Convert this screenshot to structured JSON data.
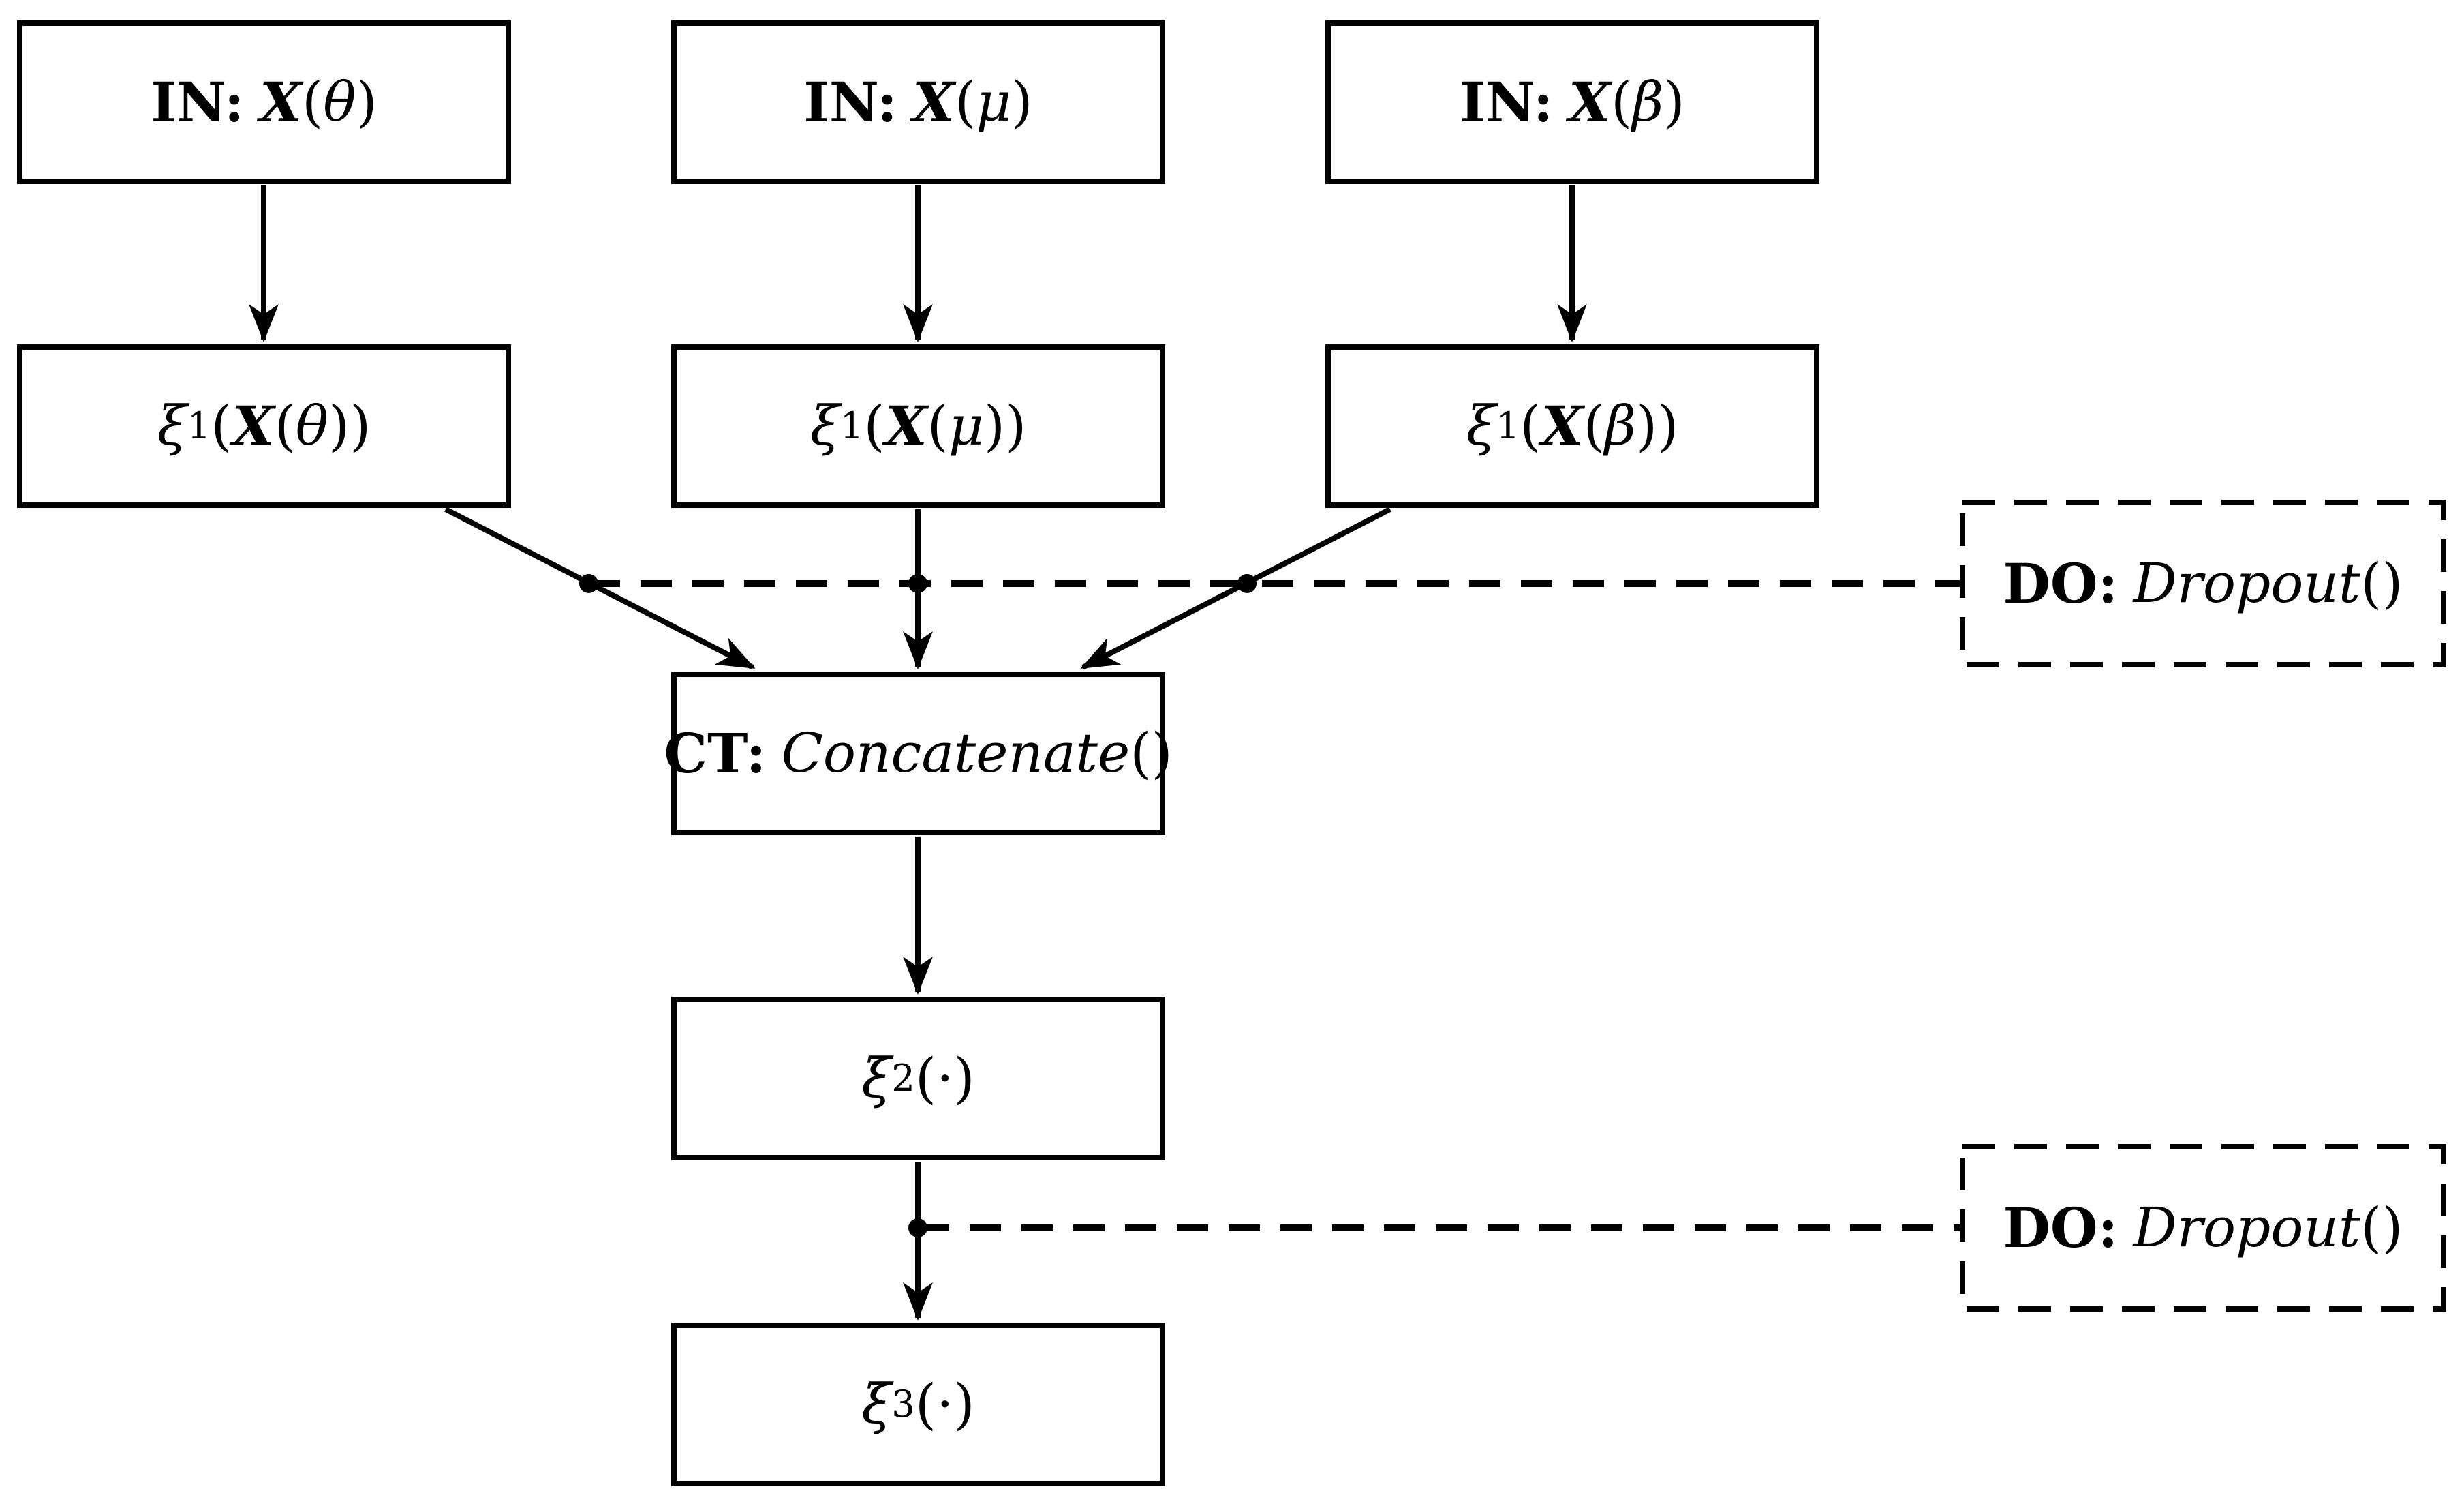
{
  "meta": {
    "background_color": "#ffffff",
    "stroke_color": "#000000",
    "diagram_type": "neural-network-flowchart"
  },
  "nodes": {
    "in_theta": {
      "prefix": "IN:",
      "var": "X",
      "open": "(",
      "arg": "θ",
      "close": ")"
    },
    "in_mu": {
      "prefix": "IN:",
      "var": "X",
      "open": "(",
      "arg": "μ",
      "close": ")"
    },
    "in_beta": {
      "prefix": "IN:",
      "var": "X",
      "open": "(",
      "arg": "β",
      "close": ")"
    },
    "xi1_theta": {
      "fn": "ξ",
      "sub": "1",
      "open": "(",
      "var": "X",
      "open2": "(",
      "arg": "θ",
      "close": "))"
    },
    "xi1_mu": {
      "fn": "ξ",
      "sub": "1",
      "open": "(",
      "var": "X",
      "open2": "(",
      "arg": "μ",
      "close": "))"
    },
    "xi1_beta": {
      "fn": "ξ",
      "sub": "1",
      "open": "(",
      "var": "X",
      "open2": "(",
      "arg": "β",
      "close": "))"
    },
    "concat": {
      "prefix": "CT:",
      "fn": "Concatenate",
      "parens": "()"
    },
    "xi2": {
      "fn": "ξ",
      "sub": "2",
      "open": "(",
      "arg": "·",
      "close": ")"
    },
    "xi3": {
      "fn": "ξ",
      "sub": "3",
      "open": "(",
      "arg": "·",
      "close": ")"
    },
    "dropout_top": {
      "prefix": "DO:",
      "fn": "Dropout",
      "parens": "()"
    },
    "dropout_bottom": {
      "prefix": "DO:",
      "fn": "Dropout",
      "parens": "()"
    }
  }
}
